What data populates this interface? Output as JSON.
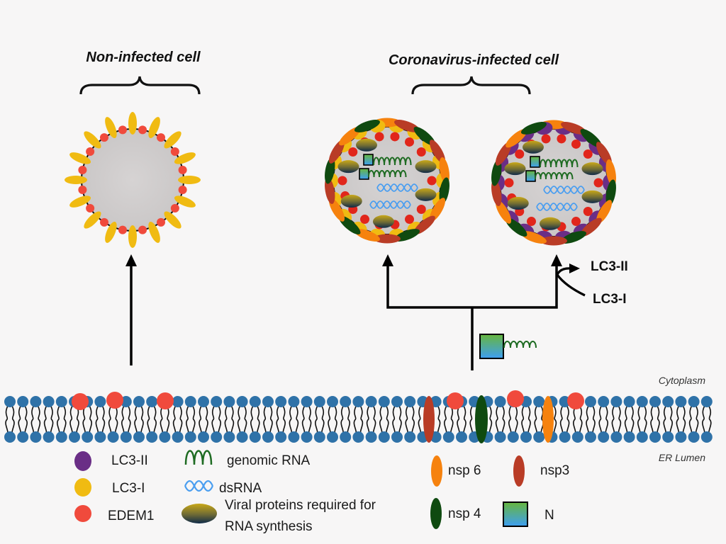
{
  "titles": {
    "non_infected": "Non-infected cell",
    "infected": "Coronavirus-infected cell"
  },
  "arrow_labels": {
    "lc3_ii": "LC3-II",
    "lc3_i": "LC3-I"
  },
  "regions": {
    "cytoplasm": "Cytoplasm",
    "er_lumen": "ER Lumen"
  },
  "legend": {
    "left": [
      {
        "label": "LC3-II",
        "icon": "purple-ellipse",
        "color": "#6a2e86"
      },
      {
        "label": "LC3-I",
        "icon": "yellow-ellipse",
        "color": "#f0bb12"
      },
      {
        "label": "EDEM1",
        "icon": "red-circle",
        "color": "#f04a3c"
      }
    ],
    "middle": [
      {
        "label": "genomic RNA",
        "icon": "green-wave",
        "color": "#1e6b22"
      },
      {
        "label": "dsRNA",
        "icon": "blue-double-helix",
        "color": "#4a9ef0"
      },
      {
        "label_line1": "Viral proteins required for",
        "label_line2": "RNA synthesis",
        "icon": "gradient-ellipse"
      }
    ],
    "right": [
      {
        "label": "nsp 6",
        "icon": "orange-ellipse",
        "color": "#f6820e"
      },
      {
        "label": "nsp3",
        "icon": "rust-ellipse",
        "color": "#b93c26"
      },
      {
        "label": "nsp 4",
        "icon": "dark-green-ellipse",
        "color": "#0f4a10"
      },
      {
        "label": "N",
        "icon": "green-blue-square"
      }
    ]
  },
  "colors": {
    "background": "#f7f6f6",
    "vesicle_fill": "#d0cdcd",
    "lipid_head": "#2f72a8",
    "edem1": "#f04a3c",
    "edem1_inner": "#e1261b",
    "lc3_i": "#f0bb12",
    "lc3_ii": "#6a2e86",
    "nsp6": "#f6820e",
    "nsp3": "#b93c26",
    "nsp4": "#0f4a10",
    "genomic_rna": "#1e6b22",
    "dsrna": "#4a9ef0"
  }
}
